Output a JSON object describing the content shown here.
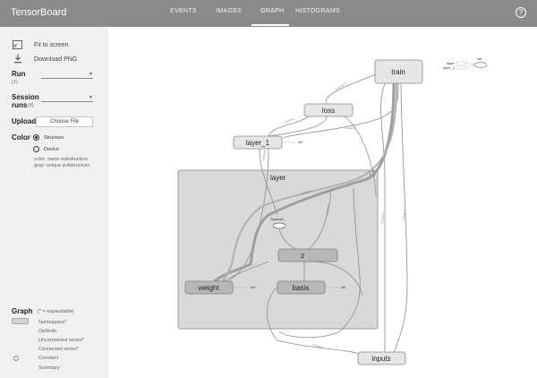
{
  "app": {
    "title": "TensorBoard",
    "help": "?"
  },
  "tabs": [
    {
      "label": "EVENTS",
      "active": false
    },
    {
      "label": "IMAGES",
      "active": false
    },
    {
      "label": "GRAPH",
      "active": true
    },
    {
      "label": "HISTOGRAMS",
      "active": false
    }
  ],
  "sidebar": {
    "fit_to_screen": "Fit to screen",
    "download_png": "Download PNG",
    "run_label": "Run",
    "run_count": "(1)",
    "session_label": "Session",
    "session_label2": "runs",
    "session_count": "(0)",
    "upload_label": "Upload",
    "choose_file": "Choose File",
    "color_label": "Color",
    "color_options": [
      "Structure",
      "Device"
    ],
    "color_selected": "Structure",
    "color_note_1": "color: same substructure",
    "color_note_2": "gray: unique substructure",
    "graph_label": "Graph",
    "graph_expandable": "(* = expandable)",
    "legend": [
      {
        "label": "Namespace*"
      },
      {
        "label": "OpNode"
      },
      {
        "label": "Unconnected series*"
      },
      {
        "label": "Connected series*"
      },
      {
        "label": "Constant"
      },
      {
        "label": "Summary"
      }
    ]
  },
  "graph": {
    "nodes": {
      "train": "train",
      "loss": "loss",
      "layer_1": "layer_1",
      "layer": "layer",
      "sigmoid": "Sigmoid",
      "z": "z",
      "weight": "weight",
      "basis": "basis",
      "inputs": "inputs"
    },
    "init_label": "init",
    "mini_legend": {
      "layer": "layer",
      "layer_1": "layer_1",
      "init": "init"
    },
    "edge_labels": [
      "1 tensors",
      "1 tensors",
      "2 tensors",
      "2 tensors",
      "2 tensors",
      "2 tensors",
      "2 tensors",
      "1 tensors",
      "1 tensors"
    ],
    "colors": {
      "node_fill": "#e6e6e6",
      "namespace_fill": "#d9d9d9",
      "edge": "#8c8c8c",
      "thick_edge": "#9e9e9e"
    }
  }
}
